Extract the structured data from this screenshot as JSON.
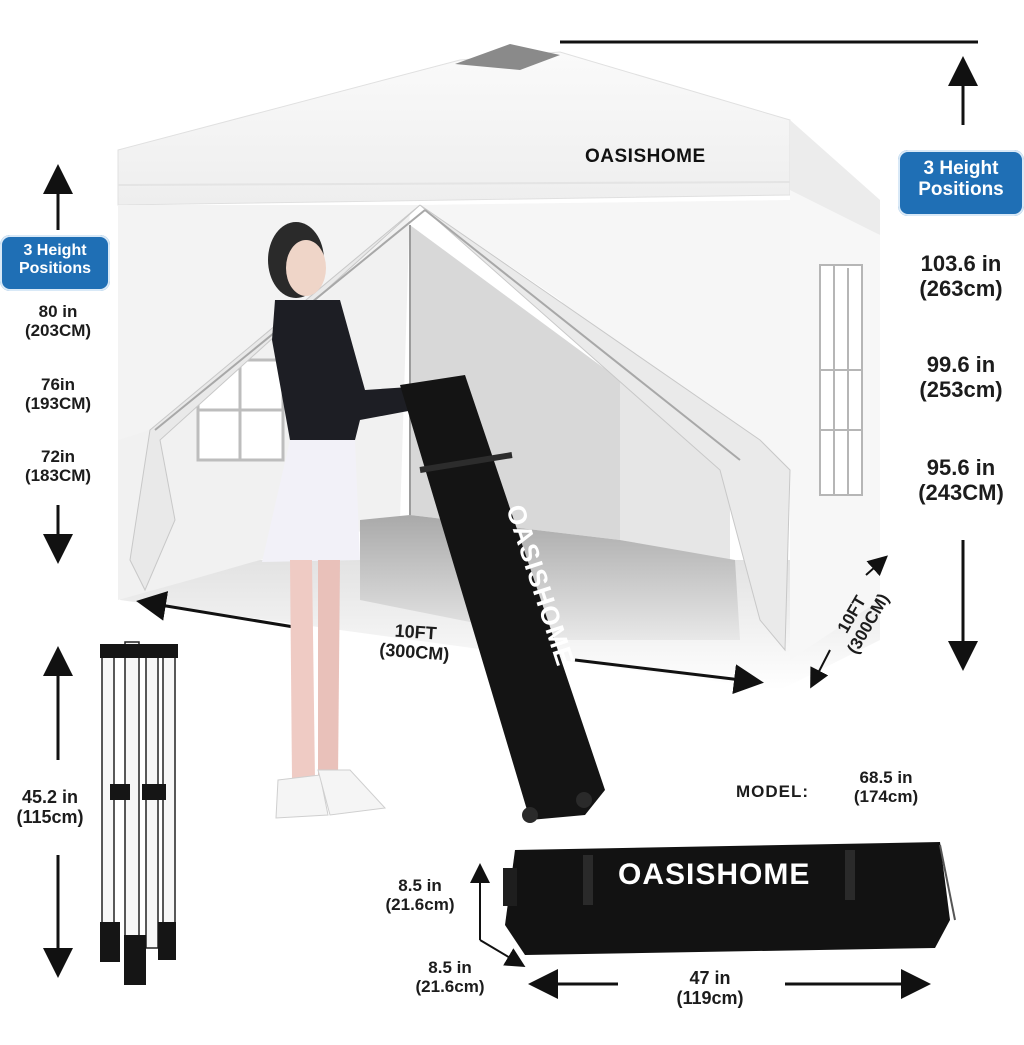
{
  "product": {
    "brand": "OASISHOME",
    "canopy_logo": "OASISHOME",
    "bag_upright_logo": "OASISHOME",
    "bag_flat_logo": "OASISHOME"
  },
  "left_height": {
    "badge": {
      "line1": "3 Height",
      "line2": "Positions"
    },
    "positions": [
      {
        "imperial": "80 in",
        "metric": "(203CM)"
      },
      {
        "imperial": "76in",
        "metric": "(193CM)"
      },
      {
        "imperial": "72in",
        "metric": "(183CM)"
      }
    ]
  },
  "right_height": {
    "badge": {
      "line1": "3 Height",
      "line2": "Positions"
    },
    "positions": [
      {
        "imperial": "103.6 in",
        "metric": "(263cm)"
      },
      {
        "imperial": "99.6 in",
        "metric": "(253cm)"
      },
      {
        "imperial": "95.6 in",
        "metric": "(243CM)"
      }
    ]
  },
  "width_dimension": {
    "imperial": "10FT",
    "metric": "(300CM)"
  },
  "depth_dimension": {
    "imperial": "10FT",
    "metric": "(300CM)"
  },
  "frame_folded": {
    "imperial": "45.2 in",
    "metric": "(115cm)"
  },
  "model": {
    "label": "MODEL:",
    "imperial": "68.5 in",
    "metric": "(174cm)"
  },
  "bag": {
    "height": {
      "imperial": "8.5 in",
      "metric": "(21.6cm)"
    },
    "depth": {
      "imperial": "8.5 in",
      "metric": "(21.6cm)"
    },
    "length": {
      "imperial": "47 in",
      "metric": "(119cm)"
    }
  },
  "colors": {
    "badge_blue": "#1f6fb5",
    "text_dark": "#1c1c1c",
    "canopy_white": "#f4f4f4",
    "floor_gray": "#b9b9b9",
    "bag_black": "#111111"
  }
}
